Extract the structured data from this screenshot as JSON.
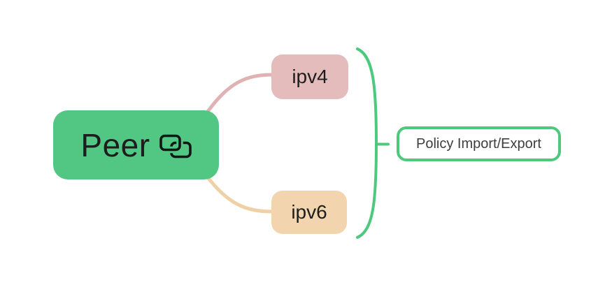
{
  "diagram": {
    "root_node": {
      "label": "Peer",
      "fill": "#52c784",
      "text_color": "#1d1d1d"
    },
    "child_nodes": [
      {
        "id": "ipv4",
        "label": "ipv4",
        "fill": "#e5bcbc",
        "link_color": "#dfb3b3",
        "text_color": "#1d1d1d"
      },
      {
        "id": "ipv6",
        "label": "ipv6",
        "fill": "#f2d5ae",
        "link_color": "#f0d0a6",
        "text_color": "#1d1d1d"
      }
    ],
    "summary_node": {
      "label": "Policy Import/Export",
      "border_color": "#4dc97e",
      "fill": "#ffffff",
      "text_color": "#3e3e3e"
    },
    "brace": {
      "color": "#4dc97e"
    },
    "icons": [
      {
        "name": "link-icon",
        "description": "two overlapping rounded rectangles",
        "color": "#151515"
      }
    ]
  }
}
